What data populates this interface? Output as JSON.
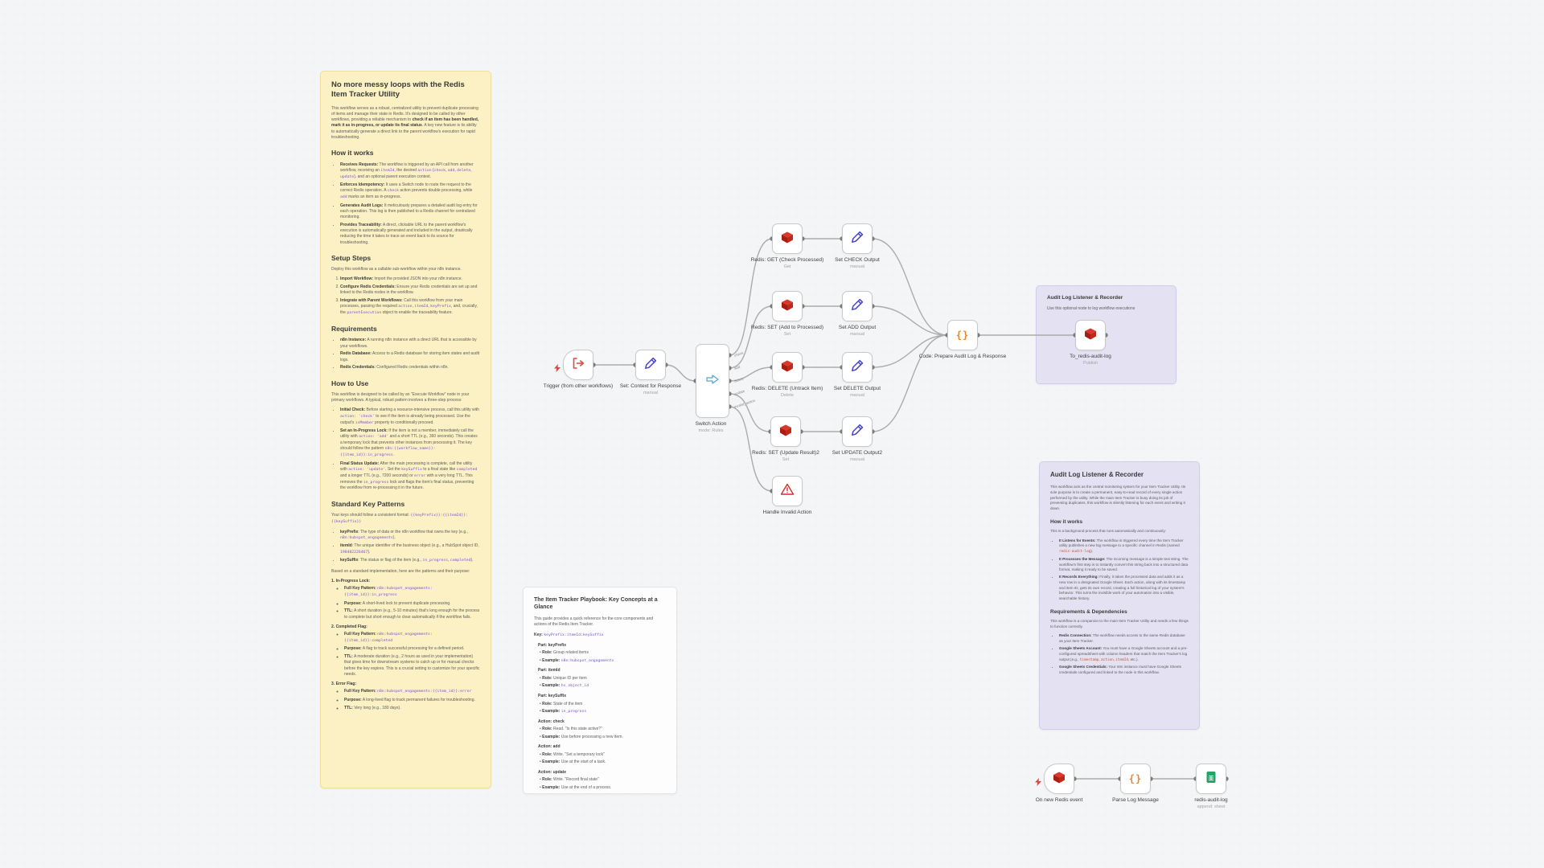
{
  "notes": {
    "yellow": {
      "title": "No more messy loops with the Redis Item Tracker Utility",
      "intro": "This workflow serves as a robust, centralized utility to prevent duplicate processing of items and manage their state in Redis. It's designed to be called by other workflows, providing a reliable mechanism to **check if an item has been handled, mark it as in-progress, or update its final status**. A key new feature is its ability to automatically generate a direct link to the parent workflow's execution for rapid troubleshooting.",
      "how_heading": "How it works",
      "how_items": [
        "**Receives Requests:** The workflow is triggered by an API call from another workflow, receiving an `itemId`, the desired `action` (`check`, `add`, `delete`, `update`), and an optional parent execution context.",
        "**Enforces Idempotency:** It uses a Switch node to route the request to the correct Redis operation. A `check` action prevents double processing, while `add` marks an item as in-progress.",
        "**Generates Audit Logs:** It meticulously prepares a detailed audit log entry for each operation. This log is then published to a Redis channel for centralized monitoring.",
        "**Provides Traceability:** A direct, clickable URL to the parent workflow's execution is automatically generated and included in the output, drastically reducing the time it takes to trace an event back to its source for troubleshooting."
      ],
      "setup_heading": "Setup Steps",
      "setup_intro": "Deploy this workflow as a callable sub-workflow within your n8n instance.",
      "setup_items": [
        "**Import Workflow:** Import the provided JSON into your n8n instance.",
        "**Configure Redis Credentials:** Ensure your Redis credentials are set up and linked to the Redis nodes in the workflow.",
        "**Integrate with Parent Workflows:** Call this workflow from your main processes, passing the required `action`, `itemId`, `keyPrefix`, and, crucially, the `parentExecution` object to enable the traceability feature."
      ],
      "req_heading": "Requirements",
      "req_items": [
        "**n8n Instance:** A running n8n instance with a direct URL that is accessible by your workflows.",
        "**Redis Database:** Access to a Redis database for storing item states and audit logs.",
        "**Redis Credentials:** Configured Redis credentials within n8n."
      ],
      "use_heading": "How to Use",
      "use_intro": "This workflow is designed to be called by an \"Execute Workflow\" node in your primary workflows. A typical, robust pattern involves a three-step process:",
      "use_items": [
        "**Initial Check:** Before starting a resource-intensive process, call this utility with `action: 'check'` to see if the item is already being processed. Use the output's `isMember` property to conditionally proceed.",
        "**Set an In-Progress Lock:** If the item is not a member, immediately call the utility with `action: 'add'` and a short TTL (e.g., 360 seconds). This creates a temporary lock that prevents other instances from processing it. The key should follow the pattern `n8n:{{workflow_name}}:{{item_id}}:in_progress`.",
        "**Final Status Update:** After the main processing is complete, call the utility with `action: 'update'`. Set the `keySuffix` to a final state like `completed` and a longer TTL (e.g., 7200 seconds) or `error` with a very long TTL. This removes the `in_progress` lock and flags the item's final status, preventing the workflow from re-processing it in the future."
      ],
      "patterns_heading": "Standard Key Patterns",
      "patterns_format": "Your keys should follow a consistent format: `{{keyPrefix}}:{{itemId}}:{{keySuffix}}`",
      "patterns_parts": [
        "**keyPrefix**: The type of data or the n8n workflow that owns the key (e.g., `n8n:hubspot_engagements`).",
        "**itemId**: The unique identifier of the business object (e.g., a HubSpot object ID, `198402226467`).",
        "**keySuffix**: The status or flag of the item (e.g., `in_progress`, `completed`)."
      ],
      "patterns_note": "Based on a standard implementation, here are the patterns and their purpose:",
      "patterns": [
        {
          "heading": "**In-Progress Lock:**",
          "items": [
            "**Full Key Pattern:** `n8n:hubspot_engagements:{{item_id}}:in_progress`",
            "**Purpose:** A short-lived lock to prevent duplicate processing.",
            "**TTL:** A short duration (e.g., 5-10 minutes) that's long enough for the process to complete but short enough to clear automatically if the workflow fails."
          ]
        },
        {
          "heading": "**Completed Flag:**",
          "items": [
            "**Full Key Pattern:** `n8n:hubspot_engagements:{{item_id}}:completed`",
            "**Purpose:** A flag to track successful processing for a defined period.",
            "**TTL:** A moderate duration (e.g., 2 hours as used in your implementation) that gives time for downstream systems to catch up or for manual checks before the key expires. This is a crucial setting to customize for your specific needs."
          ]
        },
        {
          "heading": "**Error Flag:**",
          "items": [
            "**Full Key Pattern:** `n8n:hubspot_engagements:{{item_id}}:error`",
            "**Purpose:** A long-lived flag to track permanent failures for troubleshooting.",
            "**TTL:** Very long (e.g., 180 days)."
          ]
        }
      ]
    },
    "playbook": {
      "title": "The Item Tracker Playbook: Key Concepts at a Glance",
      "intro": "This guide provides a quick reference for the core components and actions of the Redis Item Tracker.",
      "key_line": "**Key:** `keyPrefix:itemId:keySuffix`",
      "groups": [
        {
          "heading": "**Part: keyPrefix**",
          "items": [
            "**Role:** Group related items",
            "**Example:** `n8n:hubspot_engagements`"
          ]
        },
        {
          "heading": "**Part: itemId**",
          "items": [
            "**Role:** Unique ID per item",
            "**Example:** `hs_object_id`"
          ]
        },
        {
          "heading": "**Part: keySuffix**",
          "items": [
            "**Role:** State of the item",
            "**Example:** `in_progress`"
          ]
        },
        {
          "heading": "**Action: check**",
          "items": [
            "**Role:** Read. \"Is this state active?\"",
            "**Example:** Use before processing a new item."
          ]
        },
        {
          "heading": "**Action: add**",
          "items": [
            "**Role:** Write. \"Set a temporary lock\"",
            "**Example:** Use at the start of a task."
          ]
        },
        {
          "heading": "**Action: update**",
          "items": [
            "**Role:** Write. \"Record final state\"",
            "**Example:** Use at the end of a process."
          ]
        }
      ]
    },
    "audit_small": {
      "title": "Audit Log Listener & Recorder",
      "body": "Use this optional node to log workflow executions"
    },
    "audit_large": {
      "title": "Audit Log Listener & Recorder",
      "intro": "This workflow acts as the central monitoring system for your Item Tracker Utility. Its sole purpose is to create a permanent, easy-to-read record of every single action performed by the utility. While the main Item Tracker is busy doing its job of preventing duplicates, this workflow is silently listening for each event and writing it down.",
      "how_heading": "How it works",
      "how_intro": "This is a background process that runs automatically and continuously:",
      "how_items": [
        "**It Listens for Events:** The workflow is triggered every time the Item Tracker utility publishes a new log message to a specific channel in Redis (named `redis-audit-log`).",
        "**It Processes the Message:** The incoming message is a simple text string. The workflow's first step is to instantly convert this string back into a structured data format, making it ready to be saved.",
        "**It Records Everything:** Finally, it takes the processed data and adds it as a new row in a designated Google Sheet. Each action, along with its timestamp and item ID, gets its own record, creating a full historical log of your system's behavior. This turns the invisible work of your automation into a visible, searchable history."
      ],
      "req_heading": "Requirements & Dependencies",
      "req_intro": "This workflow is a companion to the main Item Tracker Utility and needs a few things to function correctly.",
      "req_items": [
        "**Redis Connection:** The workflow needs access to the same Redis database as your Item Tracker.",
        "**Google Sheets Account:** You must have a Google Sheets account and a pre-configured spreadsheet with column headers that match the Item Tracker's log output (e.g., `timestamp`, `action`, `itemId`, etc.).",
        "**Google Sheets Credentials:** Your n8n instance must have Google Sheets credentials configured and linked to the node in this workflow."
      ]
    }
  },
  "nodes": {
    "trigger": {
      "label": "Trigger (from other workflows)"
    },
    "set_context": {
      "label": "Set: Context for Response",
      "sub": "manual"
    },
    "switch": {
      "label": "Switch Action",
      "sub": "mode: Rules"
    },
    "redis_get": {
      "label": "Redis: GET (Check Processed)",
      "sub": "Get"
    },
    "set_check": {
      "label": "Set CHECK Output",
      "sub": "manual"
    },
    "redis_add": {
      "label": "Redis: SET (Add to Processed)",
      "sub": "Set"
    },
    "set_add": {
      "label": "Set ADD Output",
      "sub": "manual"
    },
    "redis_delete": {
      "label": "Redis: DELETE (Untrack Item)",
      "sub": "Delete"
    },
    "set_delete": {
      "label": "Set DELETE Output",
      "sub": "manual"
    },
    "redis_update": {
      "label": "Redis: SET (Update Result)2",
      "sub": "Set"
    },
    "set_update": {
      "label": "Set UPDATE Output2",
      "sub": "manual"
    },
    "invalid": {
      "label": "Handle Invalid Action"
    },
    "code_prepare": {
      "label": "Code: Prepare Audit Log & Response"
    },
    "to_redis_audit": {
      "label": "To_redis-audit-log",
      "sub": "Publish"
    },
    "on_new_redis": {
      "label": "On new Redis event"
    },
    "parse_log": {
      "label": "Parse Log Message"
    },
    "sheets_append": {
      "label": "redis-audit-log",
      "sub": "append: sheet"
    }
  },
  "switch_outputs": [
    "check",
    "add",
    "delete",
    "update",
    "invalid_action"
  ],
  "colors": {
    "redis": "#C6302B",
    "set": "#4743CB",
    "switch": "#58A5D8",
    "code": "#E8862D",
    "warning": "#D0312A",
    "sheets": "#23A566",
    "trigger": "#E0483D",
    "sticky_yellow": "#FBF1C4",
    "sticky_purple": "#E4E1F2",
    "sticky_white": "#FDFDFD"
  }
}
